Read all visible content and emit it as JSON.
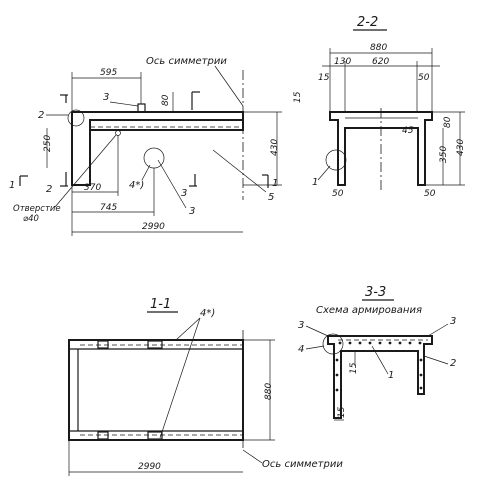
{
  "elevation": {
    "dim_595": "595",
    "axis_label_top": "Ось симметрии",
    "dim_80": "80",
    "dim_250": "250",
    "dim_430": "430",
    "dim_370": "370",
    "dim_745": "745",
    "dim_2990": "2990",
    "hole_label_1": "Отверстие",
    "hole_label_2": "⌀40",
    "mark_1_left": "1",
    "mark_1_right": "1",
    "mark_2_top": "2",
    "mark_2_bottom": "2",
    "mark_3_top": "3",
    "mark_3_bottom": "3",
    "mark_3_bottom2": "3",
    "mark_4": "4*)",
    "mark_5": "5"
  },
  "section22": {
    "title": "2-2",
    "dim_880": "880",
    "dim_130": "130",
    "dim_620": "620",
    "dim_15_left": "15",
    "dim_50_top": "50",
    "dim_15_side": "15",
    "dim_80": "80",
    "dim_45": "45",
    "dim_350": "350",
    "dim_430": "430",
    "dim_50_bottom_left": "50",
    "dim_50_bottom_right": "50",
    "mark_1": "1"
  },
  "plan11": {
    "title": "1-1",
    "mark_4": "4*)",
    "dim_880": "880",
    "dim_2990": "2990",
    "axis_label": "Ось симметрии"
  },
  "section33": {
    "title": "3-3",
    "subtitle": "Схема армирования",
    "mark_3_left": "3",
    "mark_3_right": "3",
    "mark_4": "4",
    "mark_2": "2",
    "mark_1": "1",
    "dim_15_top": "15",
    "dim_15_bottom": "15"
  }
}
